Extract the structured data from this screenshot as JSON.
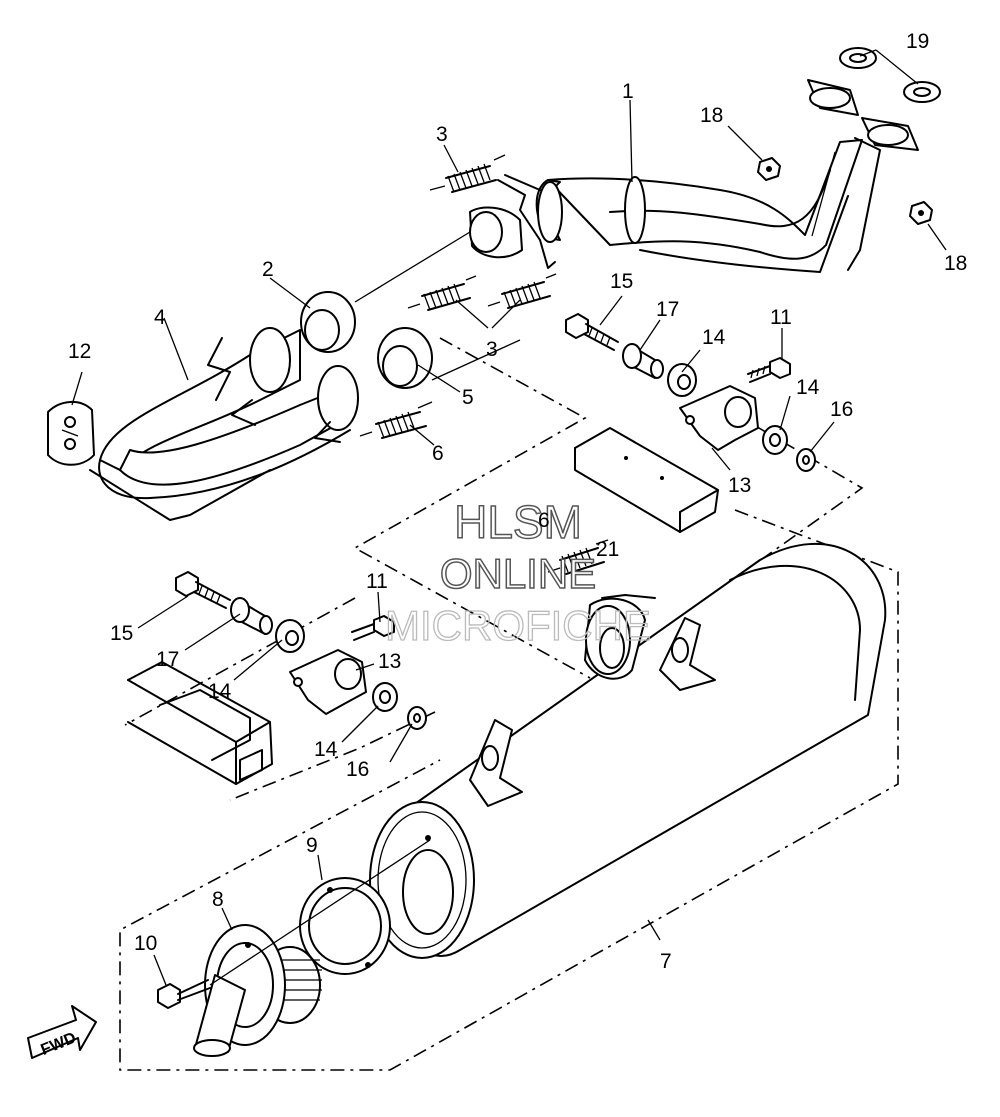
{
  "callouts": {
    "c1": "1",
    "c2": "2",
    "c3a": "3",
    "c3b": "3",
    "c4": "4",
    "c5": "5",
    "c6a": "6",
    "c6b": "6",
    "c7": "7",
    "c8": "8",
    "c9": "9",
    "c10": "10",
    "c11a": "11",
    "c11b": "11",
    "c12": "12",
    "c13a": "13",
    "c13b": "13",
    "c14a": "14",
    "c14b": "14",
    "c14c": "14",
    "c14d": "14",
    "c15a": "15",
    "c15b": "15",
    "c16a": "16",
    "c16b": "16",
    "c17a": "17",
    "c17b": "17",
    "c18a": "18",
    "c18b": "18",
    "c19": "19",
    "c21": "21"
  },
  "watermark": {
    "line1": "HLSM",
    "line2": "ONLINE",
    "line3": "MICROFICHE"
  },
  "fwd_label": "FWD"
}
